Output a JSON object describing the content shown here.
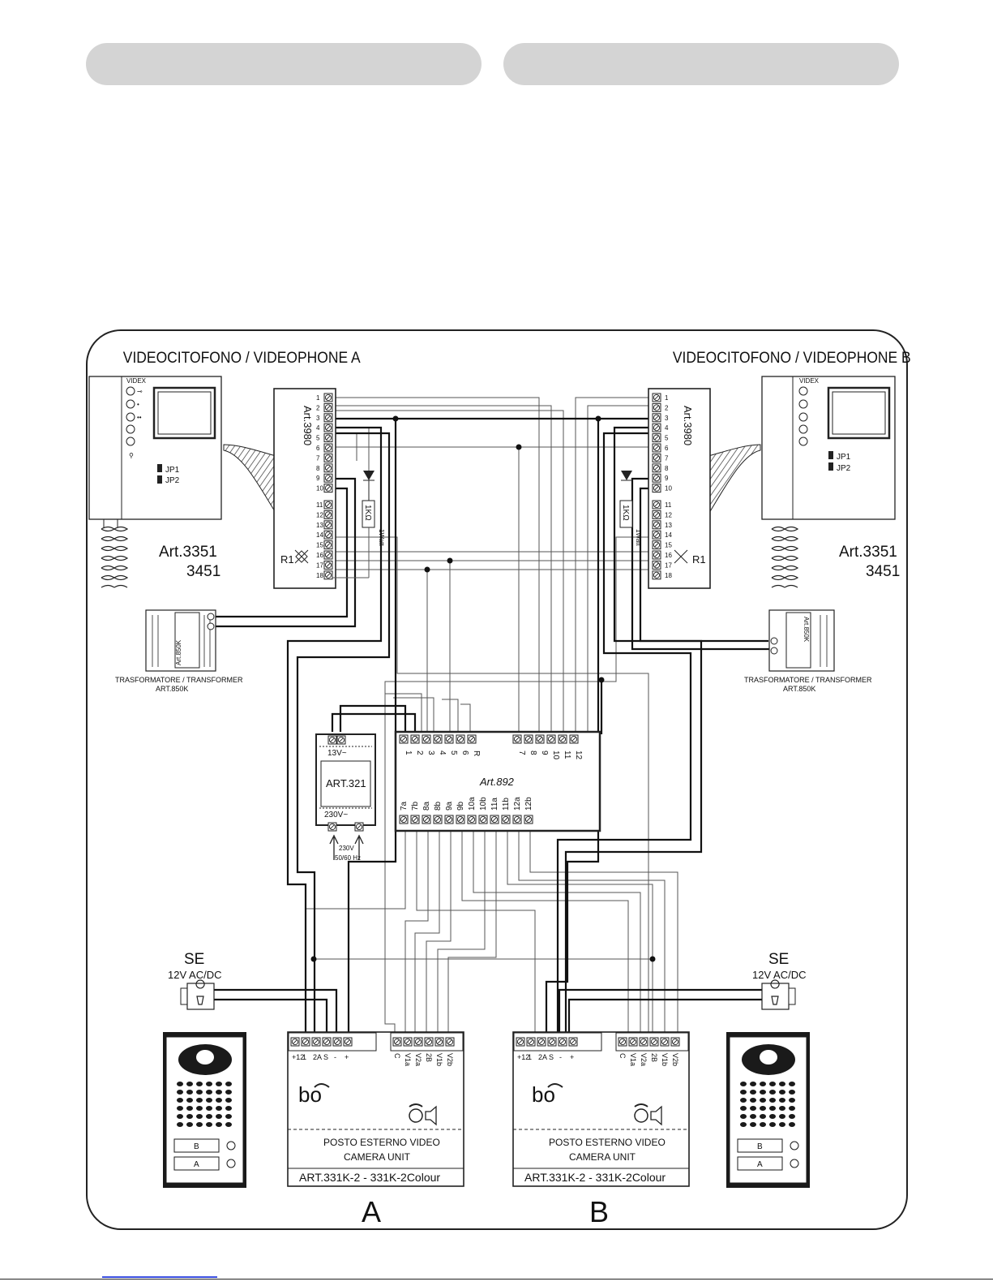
{
  "videophone_a": {
    "title": "VIDEOCITOFONO / VIDEOPHONE A",
    "model": "Art.3351",
    "model2": "3451",
    "jp1": "JP1",
    "jp2": "JP2",
    "brand": "VIDEX"
  },
  "videophone_b": {
    "title": "VIDEOCITOFONO / VIDEOPHONE B",
    "model": "Art.3351",
    "model2": "3451",
    "jp1": "JP1",
    "jp2": "JP2",
    "brand": "VIDEX"
  },
  "module_a": {
    "label": "Art.3980",
    "r1": "R1",
    "resistor": "1KΩ",
    "resistor_watt": "1Watt",
    "terminals": [
      "1",
      "2",
      "3",
      "4",
      "5",
      "6",
      "7",
      "8",
      "9",
      "10",
      "11",
      "12",
      "13",
      "14",
      "15",
      "16",
      "17",
      "18"
    ]
  },
  "module_b": {
    "label": "Art.3980",
    "r1": "R1",
    "resistor": "1KΩ",
    "resistor_watt": "1Watt"
  },
  "transformer_a": {
    "caption": "TRASFORMATORE / TRANSFORMER",
    "model": "ART.850K",
    "body": "Art.850K"
  },
  "transformer_b": {
    "caption": "TRASFORMATORE / TRANSFORMER",
    "model": "ART.850K",
    "body": "Art.850K"
  },
  "psu": {
    "model": "ART.321",
    "out": "13V~",
    "in": "230V~",
    "supply": "230V",
    "freq": "50/60 Hz"
  },
  "switcher": {
    "model": "Art.892",
    "top_terminals": [
      "1",
      "2",
      "3",
      "4",
      "5",
      "6",
      "R",
      "7",
      "8",
      "9",
      "10",
      "11",
      "12"
    ],
    "bottom_terminals": [
      "7a",
      "7b",
      "8a",
      "8b",
      "9a",
      "9b",
      "10a",
      "10b",
      "11a",
      "11b",
      "12a",
      "12b"
    ]
  },
  "lock_a": {
    "label": "SE",
    "spec": "12V AC/DC"
  },
  "lock_b": {
    "label": "SE",
    "spec": "12V AC/DC"
  },
  "camera_a": {
    "line1": "POSTO ESTERNO VIDEO",
    "line2": "CAMERA UNIT",
    "model": "ART.331K-2 - 331K-2Colour",
    "letter": "A",
    "terminals_left": [
      "+12",
      "1",
      "2A",
      "S",
      "-",
      "+"
    ],
    "terminals_right": [
      "C",
      "V1a",
      "V2a",
      "2B",
      "V1b",
      "V2b"
    ]
  },
  "camera_b": {
    "line1": "POSTO ESTERNO VIDEO",
    "line2": "CAMERA UNIT",
    "model": "ART.331K-2 - 331K-2Colour",
    "letter": "B",
    "terminals_left": [
      "+12",
      "1",
      "2A",
      "S",
      "-",
      "+"
    ],
    "terminals_right": [
      "C",
      "V1a",
      "V2a",
      "2B",
      "V1b",
      "V2b"
    ]
  },
  "panel_a": {
    "button_top": "B",
    "button_bottom": "A"
  },
  "panel_b": {
    "button_top": "B",
    "button_bottom": "A"
  }
}
